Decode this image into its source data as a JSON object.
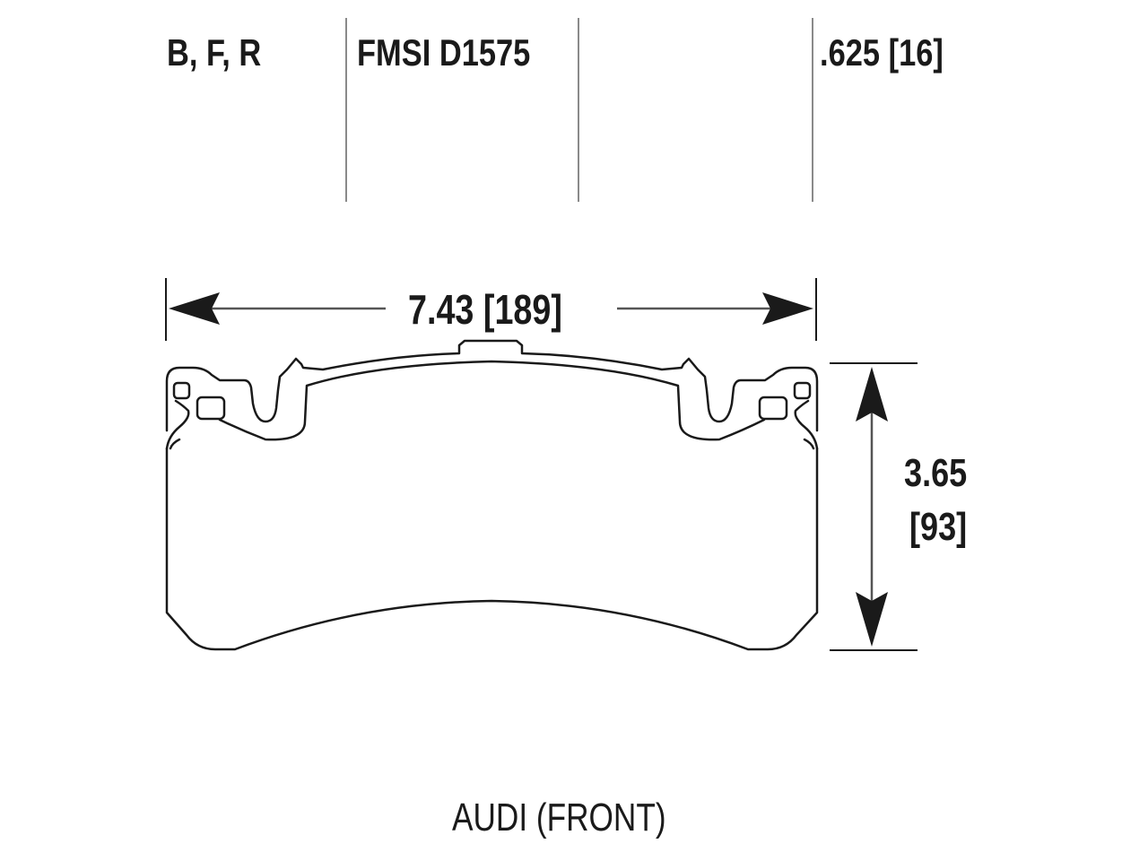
{
  "header": {
    "positions": "B, F, R",
    "fmsi": "FMSI D1575",
    "thickness": ".625 [16]"
  },
  "dimensions": {
    "width": "7.43 [189]",
    "height_in": "3.65",
    "height_mm": "[93]"
  },
  "caption": "AUDI (FRONT)",
  "colors": {
    "line": "#1a1a1a",
    "divider": "#8a8a8a",
    "background": "#ffffff"
  }
}
